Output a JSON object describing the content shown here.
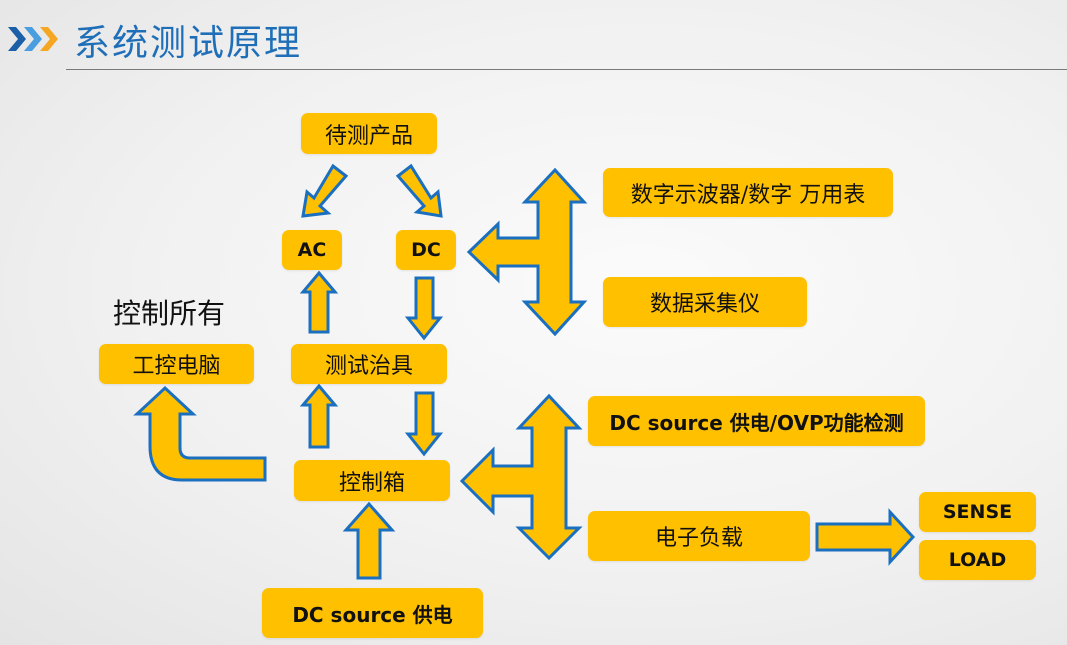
{
  "slide": {
    "title": "系统测试原理",
    "title_icon": "triple-chevron-icon",
    "colors": {
      "title": "#1f6fb8",
      "box_fill": "#ffc000",
      "arrow_fill": "#ffc000",
      "arrow_stroke": "#1a6fc0",
      "chevrons": [
        "#1a5fa8",
        "#4a9ee0",
        "#f5a623"
      ]
    }
  },
  "diagram": {
    "nodes": {
      "dut": "待测产品",
      "ac": "AC",
      "dc": "DC",
      "scope": "数字示波器/数字 万用表",
      "daq": "数据采集仪",
      "control_all_label": "控制所有",
      "ipc": "工控电脑",
      "fixture": "测试治具",
      "control_box": "控制箱",
      "dc_source_ovp": "DC  source 供电/OVP功能检测",
      "eload": "电子负载",
      "sense": "SENSE",
      "load": "LOAD",
      "dc_source": "DC  source 供电"
    },
    "edges": [
      {
        "from": "待测产品",
        "to": "AC"
      },
      {
        "from": "待测产品",
        "to": "DC"
      },
      {
        "from": "测试治具",
        "to": "AC"
      },
      {
        "from": "DC",
        "to": "测试治具"
      },
      {
        "from": "控制箱",
        "to": "测试治具"
      },
      {
        "from": "测试治具",
        "to": "控制箱"
      },
      {
        "from": "控制箱",
        "to": "工控电脑"
      },
      {
        "from": "DC source 供电",
        "to": "控制箱"
      },
      {
        "from": "数字示波器/数字 万用表 / 数据采集仪",
        "to": "DC",
        "type": "t-arrow"
      },
      {
        "from": "DC source 供电/OVP功能检测 / 电子负载",
        "to": "控制箱",
        "type": "t-arrow"
      },
      {
        "from": "电子负载",
        "to": "SENSE / LOAD"
      }
    ]
  }
}
